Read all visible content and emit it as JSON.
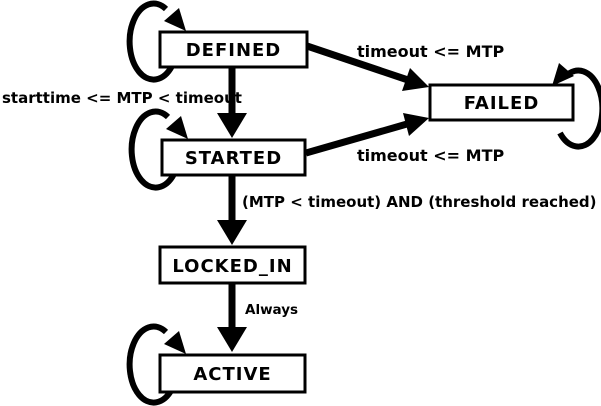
{
  "diagram": {
    "type": "state-machine",
    "background_color": "#ffffff",
    "line_color": "#000000",
    "states": [
      {
        "id": "defined",
        "label": "DEFINED",
        "self_loop": true
      },
      {
        "id": "started",
        "label": "STARTED",
        "self_loop": true
      },
      {
        "id": "failed",
        "label": "FAILED",
        "self_loop": true
      },
      {
        "id": "locked_in",
        "label": "LOCKED_IN",
        "self_loop": false
      },
      {
        "id": "active",
        "label": "ACTIVE",
        "self_loop": true
      }
    ],
    "transitions": [
      {
        "from": "defined",
        "to": "started",
        "label": "starttime <= MTP < timeout"
      },
      {
        "from": "defined",
        "to": "failed",
        "label": "timeout <= MTP"
      },
      {
        "from": "started",
        "to": "failed",
        "label": "timeout <= MTP"
      },
      {
        "from": "started",
        "to": "locked_in",
        "label": "(MTP < timeout) AND (threshold reached)"
      },
      {
        "from": "locked_in",
        "to": "active",
        "label": "Always"
      }
    ]
  }
}
